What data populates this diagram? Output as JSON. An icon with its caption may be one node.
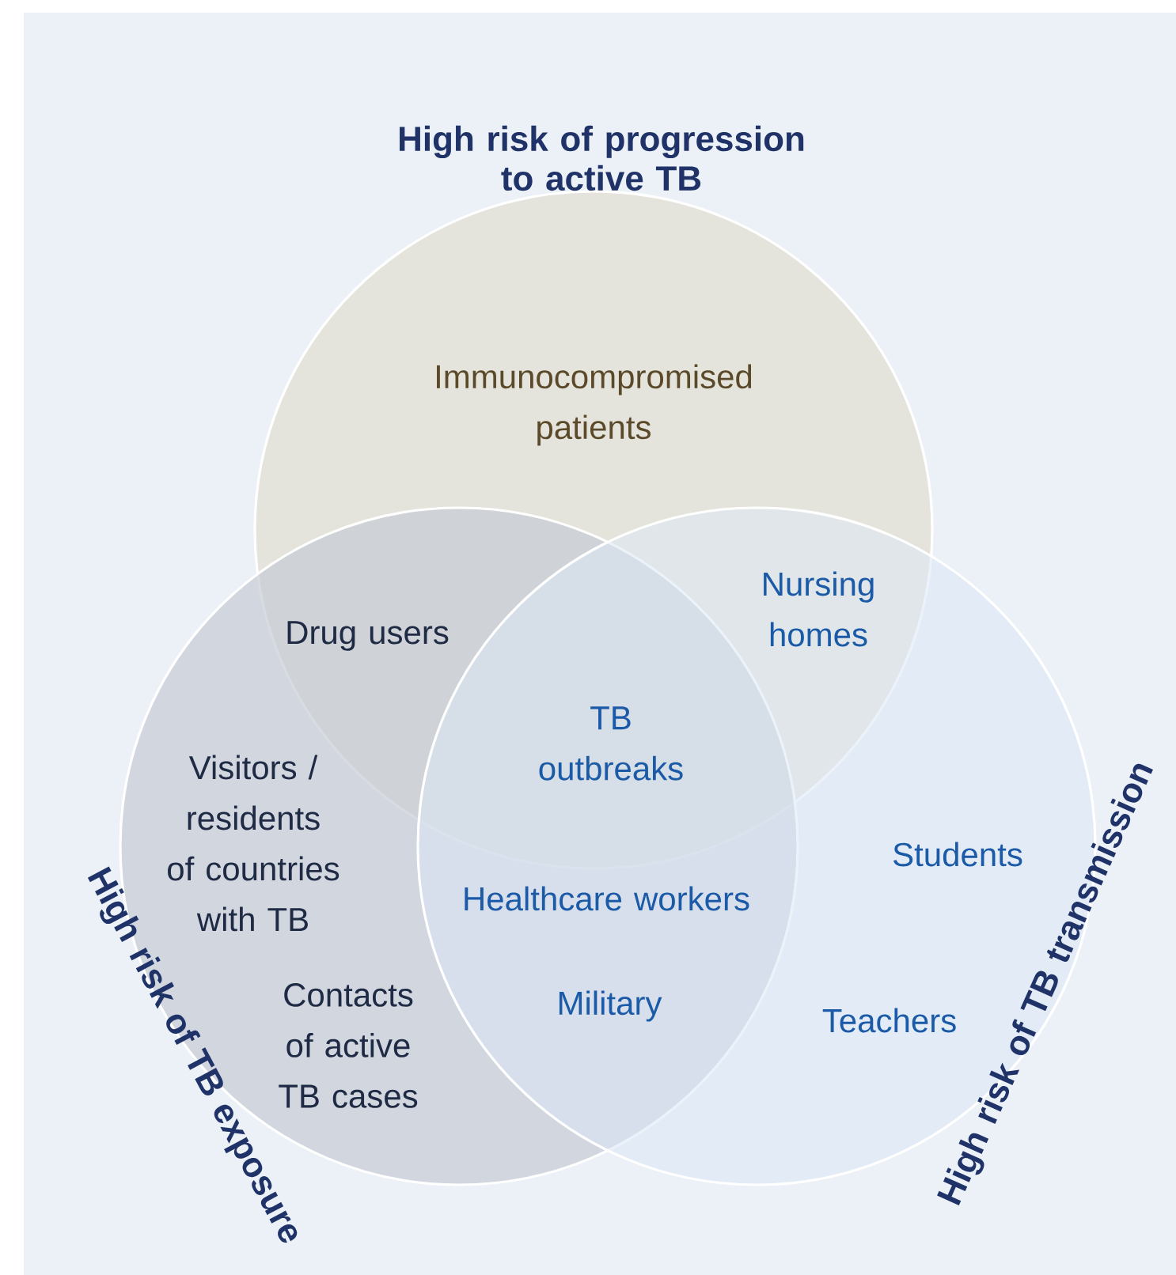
{
  "diagram": {
    "nodes": [
      {
        "text": [
          "High risk of progression to active TB",
          "Immunocompromised patients"
        ]
      },
      {
        "text": [
          "High risk of TB exposure",
          "Visitors / residents of countries with TB",
          "Contacts of active TB cases"
        ]
      },
      {
        "text": [
          "High risk of TB transmission",
          "Students",
          "Teachers"
        ]
      }
    ],
    "labels": [
      "Drug users",
      "Nursing homes",
      "TB outbreaks",
      "Healthcare workers",
      "Military"
    ]
  }
}
